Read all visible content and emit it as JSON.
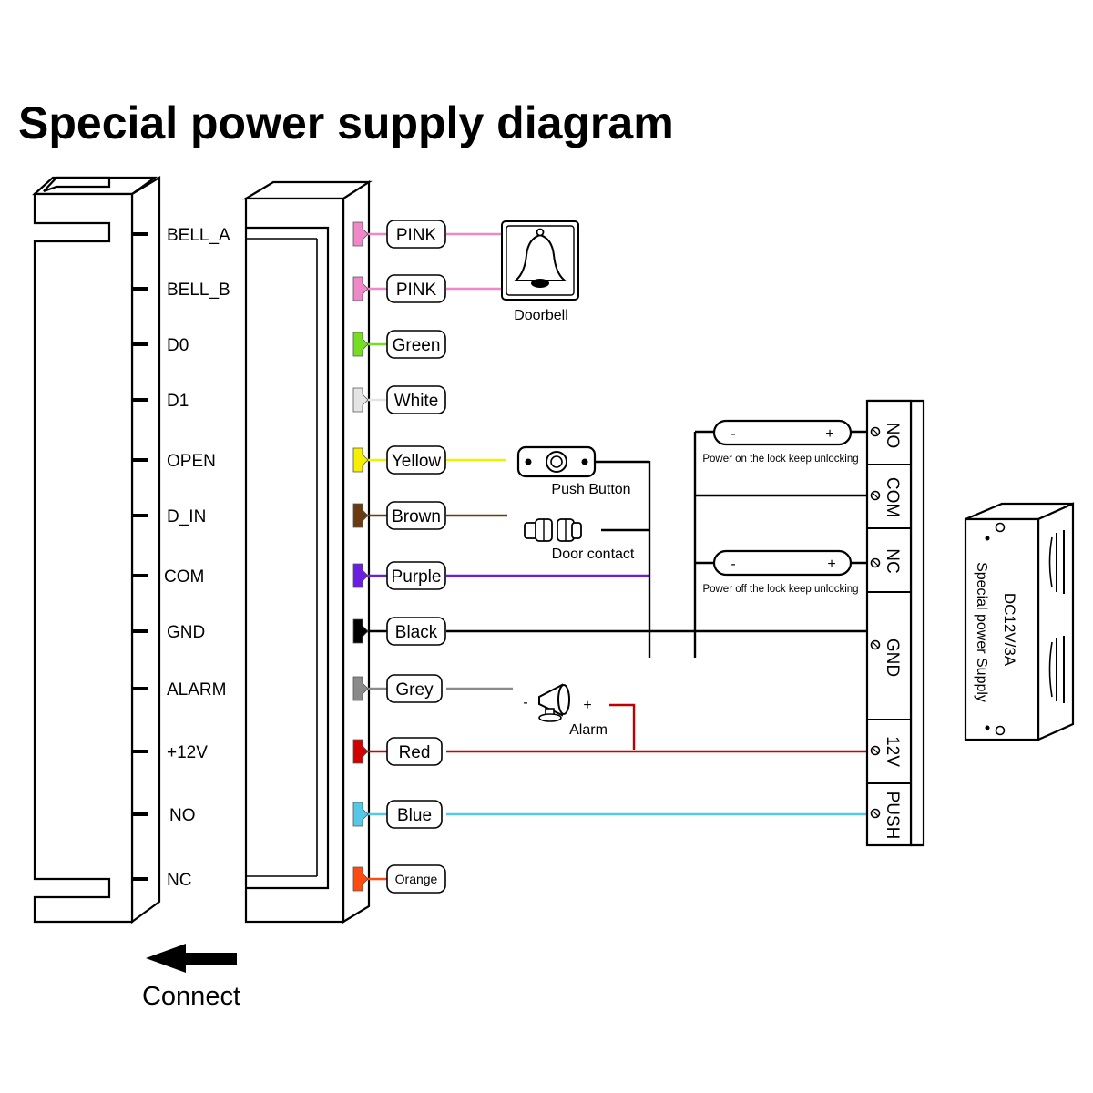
{
  "title": "Special power supply diagram",
  "pins": [
    "BELL_A",
    "BELL_B",
    "D0",
    "D1",
    "OPEN",
    "D_IN",
    "COM",
    "GND",
    "ALARM",
    "+12V",
    "NO",
    "NC"
  ],
  "wires": [
    {
      "label": "PINK",
      "color": "#ee88c8"
    },
    {
      "label": "PINK",
      "color": "#ee88c8"
    },
    {
      "label": "Green",
      "color": "#77dd22"
    },
    {
      "label": "White",
      "color": "#e4e4e4"
    },
    {
      "label": "Yellow",
      "color": "#f6f000"
    },
    {
      "label": "Brown",
      "color": "#6b3a10"
    },
    {
      "label": "Purple",
      "color": "#6a1ee0"
    },
    {
      "label": "Black",
      "color": "#000000"
    },
    {
      "label": "Grey",
      "color": "#8a8a8a"
    },
    {
      "label": "Red",
      "color": "#d00000"
    },
    {
      "label": "Blue",
      "color": "#55c8e8"
    },
    {
      "label": "Orange",
      "color": "#ff4a10"
    }
  ],
  "devices": {
    "doorbell": "Doorbell",
    "push_button": "Push Button",
    "door_contact": "Door contact",
    "alarm": "Alarm",
    "alarm_minus": "-",
    "alarm_plus": "+"
  },
  "locks": [
    {
      "minus": "-",
      "plus": "+",
      "caption": "Power on the lock keep unlocking"
    },
    {
      "minus": "-",
      "plus": "+",
      "caption": "Power off the lock keep unlocking"
    }
  ],
  "terminals": [
    "NO",
    "COM",
    "NC",
    "GND",
    "12V",
    "PUSH"
  ],
  "power_supply": {
    "line1": "DC12V/3A",
    "line2": "Special power Supply"
  },
  "connect_label": "Connect"
}
